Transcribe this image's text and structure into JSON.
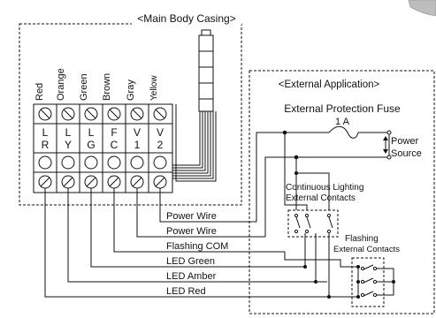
{
  "casing": {
    "title": "<Main Body Casing>"
  },
  "external": {
    "title": "<External Application>"
  },
  "fuse": {
    "title": "External Protection Fuse",
    "rating": "1 A"
  },
  "power_source": {
    "line1": "Power",
    "line2": "Source"
  },
  "wire_colors": [
    "Red",
    "Orange",
    "Green",
    "Brown",
    "Gray",
    "Yellow"
  ],
  "terminals": [
    {
      "top": "L",
      "bottom": "R"
    },
    {
      "top": "L",
      "bottom": "Y"
    },
    {
      "top": "L",
      "bottom": "G"
    },
    {
      "top": "F",
      "bottom": "C"
    },
    {
      "top": "V",
      "bottom": "1"
    },
    {
      "top": "V",
      "bottom": "2"
    }
  ],
  "lead_labels": [
    "Power Wire",
    "Power Wire",
    "Flashing COM",
    "LED Green",
    "LED Amber",
    "LED Red"
  ],
  "continuous": {
    "line1": "Continuous Lighting",
    "line2": "External Contacts"
  },
  "flashing": {
    "line1": "Flashing",
    "line2": "External Contacts"
  },
  "colors": {
    "line": "#111111",
    "background": "#ffffff",
    "lamp_shade": "#bdbdbd"
  }
}
